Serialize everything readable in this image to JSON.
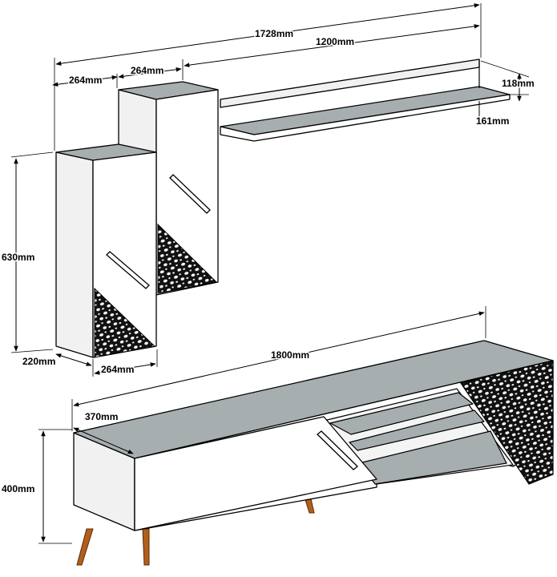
{
  "dimensions": {
    "overall_width_wall": "1728mm",
    "cabinet_left_width": "264mm",
    "cabinet_right_width": "264mm",
    "shelf_width": "1200mm",
    "shelf_height": "118mm",
    "shelf_depth": "161mm",
    "cabinet_height": "630mm",
    "cabinet_depth": "220mm",
    "cabinet_bottom_width": "264mm",
    "tv_unit_width": "1800mm",
    "tv_unit_depth": "370mm",
    "tv_unit_height": "400mm"
  },
  "colors": {
    "top_surface": "#a7aeb0",
    "body": "#ffffff",
    "legs": "#b25f1b",
    "pattern": "#111111"
  }
}
